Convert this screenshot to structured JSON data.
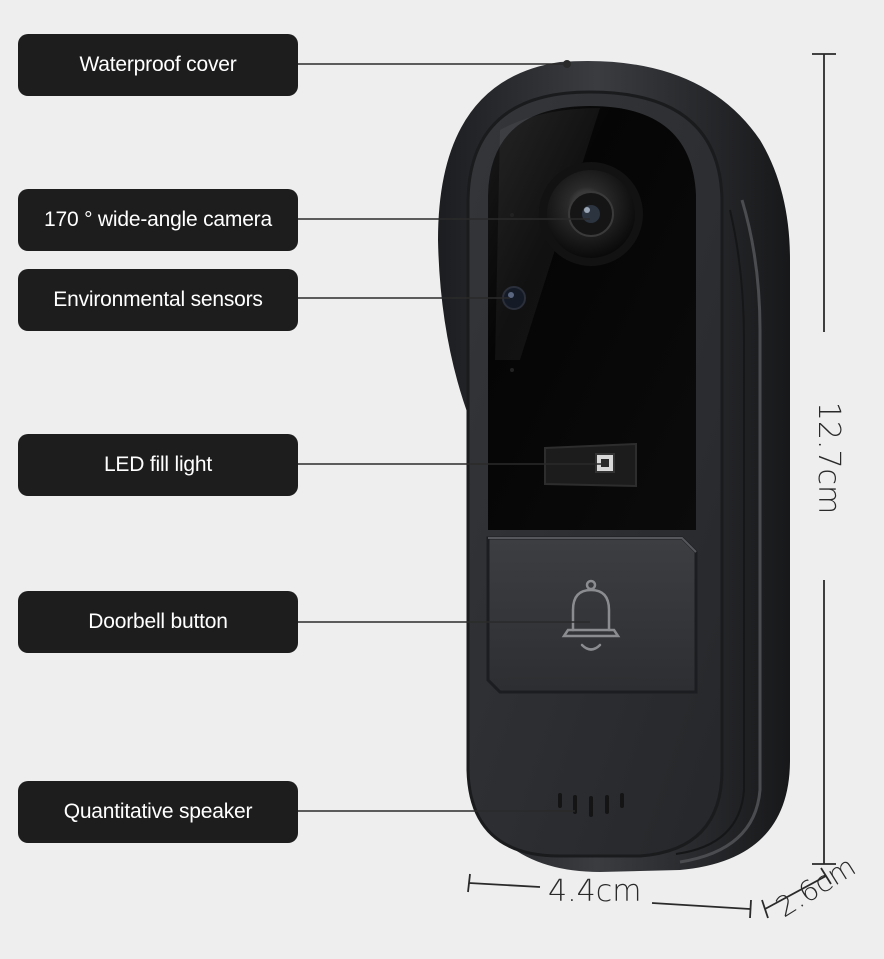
{
  "callouts": [
    {
      "id": "waterproof-cover",
      "label": "Waterproof cover"
    },
    {
      "id": "camera",
      "label": "170 ° wide-angle camera"
    },
    {
      "id": "sensors",
      "label": "Environmental sensors"
    },
    {
      "id": "led",
      "label": "LED fill light"
    },
    {
      "id": "doorbell",
      "label": "Doorbell button"
    },
    {
      "id": "speaker",
      "label": "Quantitative speaker"
    }
  ],
  "dimensions": {
    "height": "12.7cm",
    "width": "4.4cm",
    "depth": "2.6cm"
  },
  "colors": {
    "background": "#eeeeee",
    "label_bg": "#1d1d1d",
    "label_text": "#ffffff",
    "device_body": "#2b2d30",
    "screen": "#060606"
  },
  "icons": {
    "doorbell_button": "bell-icon",
    "speaker": "speaker-grille-icon"
  }
}
